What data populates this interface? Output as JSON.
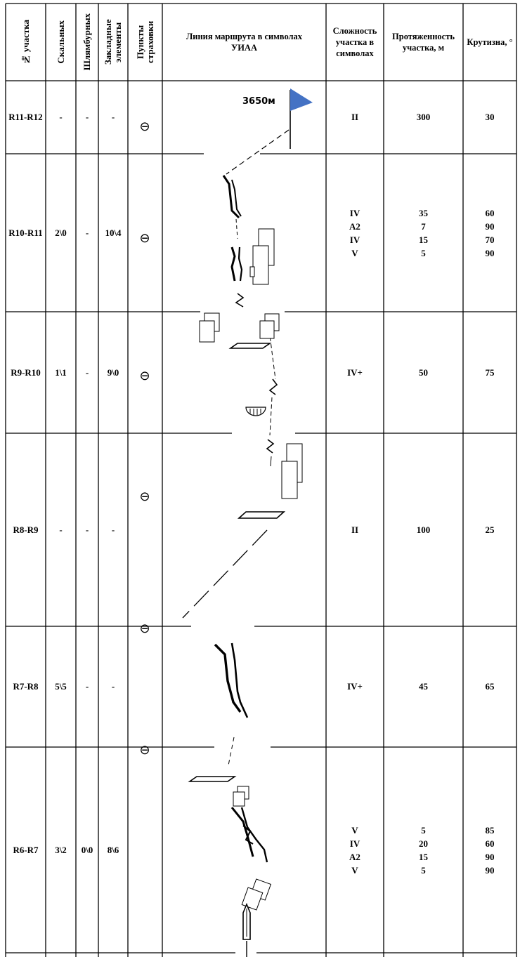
{
  "headers": {
    "segment": "№ участка",
    "rock": "Скальных",
    "bolts": "Шлямбурных",
    "chocks": "Закладные элементы",
    "belay": "Пункты страховки",
    "route_line": "Линия маршрута в символах УИАА",
    "difficulty": "Сложность участка в символах",
    "length": "Протяженность участка, м",
    "steepness": "Крутизна, °"
  },
  "summit_label": "3650м",
  "rows": [
    {
      "segment": "R11-R12",
      "rock": "-",
      "bolts": "-",
      "chocks": "-",
      "difficulty": [
        "II"
      ],
      "length": [
        "300"
      ],
      "steepness": [
        "30"
      ]
    },
    {
      "segment": "R10-R11",
      "rock": "2\\0",
      "bolts": "-",
      "chocks": "10\\4",
      "difficulty": [
        "IV",
        "A2",
        "IV",
        "V"
      ],
      "length": [
        "35",
        "7",
        "15",
        "5"
      ],
      "steepness": [
        "60",
        "90",
        "70",
        "90"
      ]
    },
    {
      "segment": "R9-R10",
      "rock": "1\\1",
      "bolts": "-",
      "chocks": "9\\0",
      "difficulty": [
        "IV+"
      ],
      "length": [
        "50"
      ],
      "steepness": [
        "75"
      ]
    },
    {
      "segment": "R8-R9",
      "rock": "-",
      "bolts": "-",
      "chocks": "-",
      "difficulty": [
        "II"
      ],
      "length": [
        "100"
      ],
      "steepness": [
        "25"
      ]
    },
    {
      "segment": "R7-R8",
      "rock": "5\\5",
      "bolts": "-",
      "chocks": "-",
      "difficulty": [
        "IV+"
      ],
      "length": [
        "45"
      ],
      "steepness": [
        "65"
      ]
    },
    {
      "segment": "R6-R7",
      "rock": "3\\2",
      "bolts": "0\\0",
      "chocks": "8\\6",
      "difficulty": [
        "V",
        "IV",
        "A2",
        "V"
      ],
      "length": [
        "5",
        "20",
        "15",
        "5"
      ],
      "steepness": [
        "85",
        "60",
        "90",
        "90"
      ]
    }
  ],
  "belay_symbol": "⊖",
  "colors": {
    "flag": "#4472c4",
    "grid": "#000000"
  }
}
